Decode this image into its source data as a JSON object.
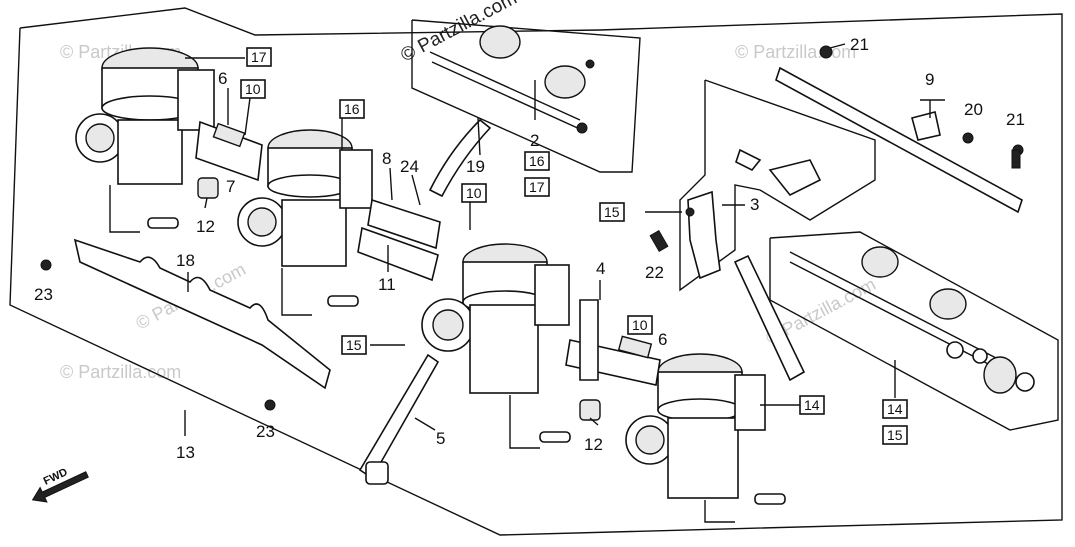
{
  "watermark": {
    "brand_dark": "© Partzilla.com",
    "brand_light": "© Partzilla.com"
  },
  "direction_indicator": "FWD",
  "labels": {
    "l2": "2",
    "l3": "3",
    "l4": "4",
    "l5": "5",
    "l6a": "6",
    "l6b": "6",
    "l7": "7",
    "l8": "8",
    "l9": "9",
    "l11": "11",
    "l12a": "12",
    "l12b": "12",
    "l13": "13",
    "l18": "18",
    "l19": "19",
    "l20": "20",
    "l21a": "21",
    "l21b": "21",
    "l22": "22",
    "l23a": "23",
    "l23b": "23",
    "l24": "24"
  },
  "boxed_labels": {
    "b17a": "17",
    "b10a": "10",
    "b16a": "16",
    "b10b": "10",
    "b16b": "16",
    "b17b": "17",
    "b15a": "15",
    "b15b": "15",
    "b10c": "10",
    "b14a": "14",
    "b14b": "14",
    "b15c": "15"
  },
  "colors": {
    "ink": "#111111",
    "watermark": "#c9c9c9",
    "background": "#ffffff"
  }
}
